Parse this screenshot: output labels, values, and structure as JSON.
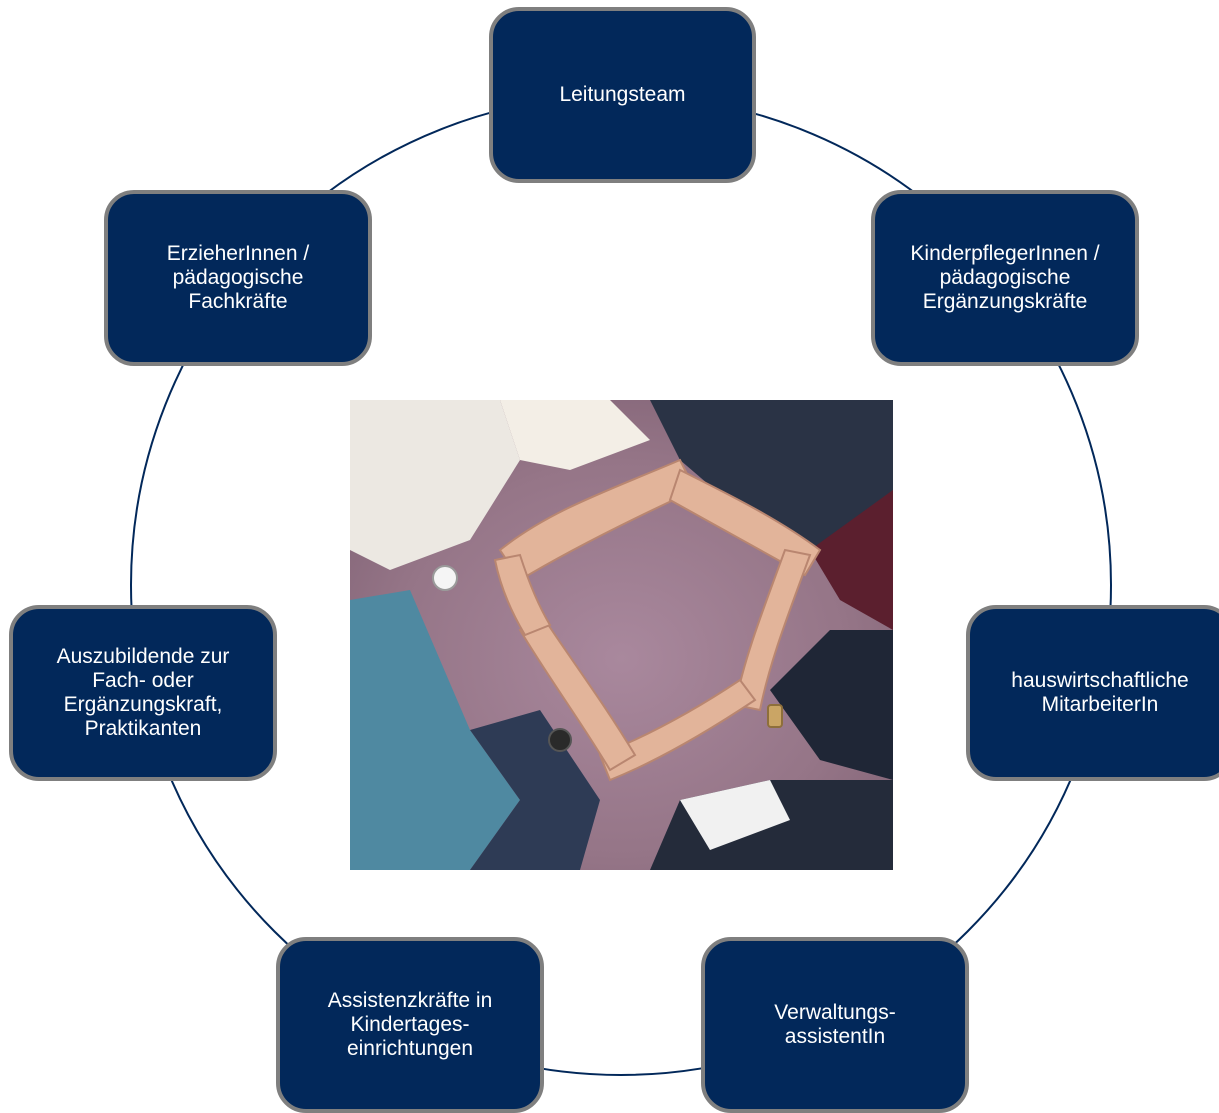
{
  "nodes": {
    "top": "Leitungsteam",
    "upper_left": "ErzieherInnen /\npädagogische\nFachkräfte",
    "upper_right": "KinderpflegerInnen /\npädagogische\nErgänzungskräfte",
    "left": "Auszubildende zur\nFach- oder\nErgänzungskraft,\nPraktikanten",
    "right": "hauswirtschaftliche\nMitarbeiterIn",
    "bottom_left": "Assistenzkräfte in\nKindertages-\neinrichtungen",
    "bottom_right": "Verwaltungs-\nassistentIn"
  },
  "colors": {
    "node_fill": "#02285a",
    "node_border": "#7f7f7f",
    "ring_line": "#02285a"
  },
  "photo": {
    "subject": "hands linked by the wrists in a circle"
  }
}
